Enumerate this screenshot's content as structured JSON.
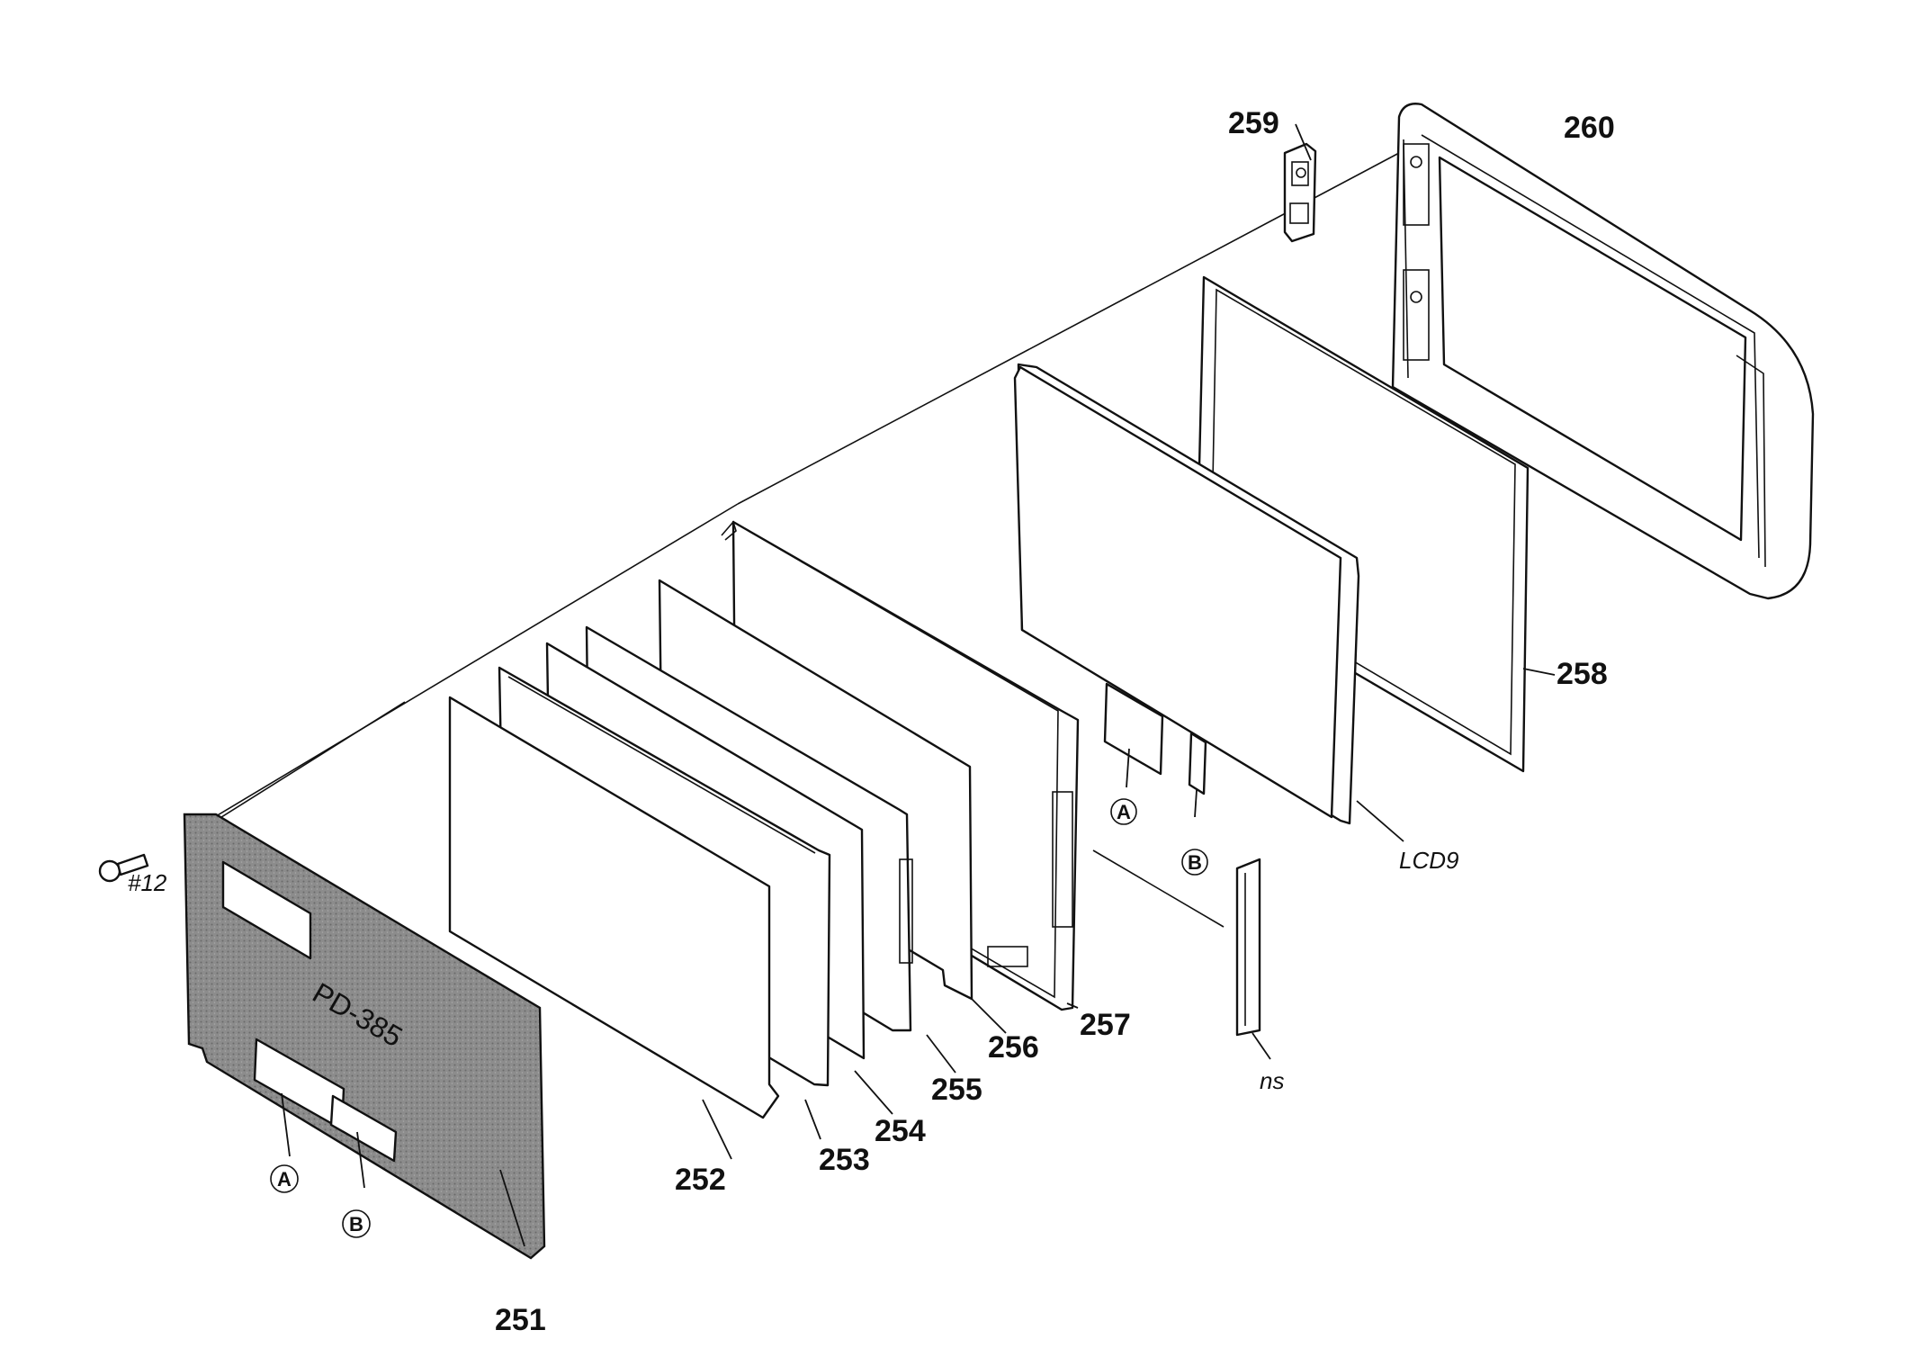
{
  "labels": {
    "p251": "251",
    "p252": "252",
    "p253": "253",
    "p254": "254",
    "p255": "255",
    "p256": "256",
    "p257": "257",
    "p258": "258",
    "p259": "259",
    "p260": "260",
    "screw": "#12",
    "lcd": "LCD9",
    "ns": "ns",
    "board": "PD-385"
  },
  "connectors": {
    "a": "A",
    "b": "B"
  },
  "colors": {
    "line": "#111111",
    "board_fill": "#8c8c8c",
    "background": "#ffffff"
  }
}
